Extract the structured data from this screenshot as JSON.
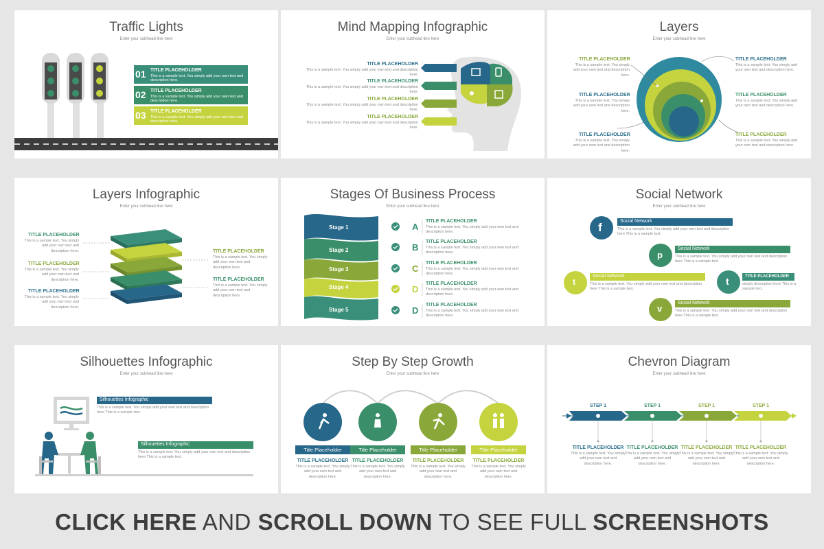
{
  "common": {
    "subhead": "Enter your subhead line here",
    "title_placeholder": "TITLE PLACEHOLDER",
    "sample_short": "This is a sample text. You simply add your own text and description here."
  },
  "slides": {
    "traffic": {
      "title": "Traffic Lights",
      "items": [
        {
          "num": "01",
          "label": "TITLE PLACEHOLDER",
          "text": "This is a sample text. You simply add your own text and description here."
        },
        {
          "num": "02",
          "label": "TITLE PLACEHOLDER",
          "text": "This is a sample text. You simply add your own text and description here."
        },
        {
          "num": "03",
          "label": "TITLE PLACEHOLDER",
          "text": "This is a sample text. You simply add your own text and description here."
        }
      ]
    },
    "mind": {
      "title": "Mind Mapping Infographic",
      "items": [
        {
          "label": "TITLE PLACEHOLDER",
          "text": "This is a sample text. You simply add your own text and description here."
        },
        {
          "label": "TITLE PLACEHOLDER",
          "text": "This is a sample text. You simply add your own text and description here."
        },
        {
          "label": "TITLE PLACEHOLDER",
          "text": "This is a sample text. You simply add your own text and description here."
        },
        {
          "label": "TITLE PLACEHOLDER",
          "text": "This is a sample text. You simply add your own text and description here."
        }
      ]
    },
    "layers": {
      "title": "Layers",
      "items": [
        {
          "label": "TITLE PLACEHOLDER",
          "text": "This is a sample text. You simply add your own text and description here."
        },
        {
          "label": "TITLE PLACEHOLDER",
          "text": "This is a sample text. You simply add your own text and description here."
        },
        {
          "label": "TITLE PLACEHOLDER",
          "text": "This is a sample text. You simply add your own text and description here."
        },
        {
          "label": "TITLE PLACEHOLDER",
          "text": "This is a sample text. You simply add your own text and description here."
        },
        {
          "label": "TITLE PLACEHOLDER",
          "text": "This is a sample text. You simply add your own text and description here."
        },
        {
          "label": "TITLE PLACEHOLDER",
          "text": "This is a sample text. You simply add your own text and description here."
        }
      ]
    },
    "layers_info": {
      "title": "Layers  Infographic",
      "items": [
        {
          "label": "TITLE PLACEHOLDER",
          "text": "This is a sample text. You simply add your own text and description here."
        },
        {
          "label": "TITLE PLACEHOLDER",
          "text": "This is a sample text. You simply add your own text and description here."
        },
        {
          "label": "TITLE PLACEHOLDER",
          "text": "This is a sample text. You simply add your own text and description here."
        },
        {
          "label": "TITLE PLACEHOLDER",
          "text": "This is a sample text. You simply add your own text and description here."
        },
        {
          "label": "TITLE PLACEHOLDER",
          "text": "This is a sample text. You simply add your own text and description here."
        }
      ]
    },
    "stages": {
      "title": "Stages Of Business Process",
      "stages": [
        "Stage 1",
        "Stage 2",
        "Stage 3",
        "Stage 4",
        "Stage 5"
      ],
      "letters": [
        "A",
        "B",
        "C",
        "D",
        "D"
      ],
      "items": [
        {
          "label": "TITLE PLACEHOLDER",
          "text": "This is a sample text. You simply add your own text and description here."
        },
        {
          "label": "TITLE PLACEHOLDER",
          "text": "This is a sample text. You simply add your own text and description here."
        },
        {
          "label": "TITLE PLACEHOLDER",
          "text": "This is a sample text. You simply add your own text and description here."
        },
        {
          "label": "TITLE PLACEHOLDER",
          "text": "This is a sample text. You simply add your own text and description here."
        },
        {
          "label": "TITLE PLACEHOLDER",
          "text": "This is a sample text. You simply add your own text and description here."
        }
      ]
    },
    "social": {
      "title": "Social Network",
      "items": [
        {
          "icon": "f",
          "label": "Social Network",
          "text": "This is a sample text. You simply add your own text and description here This is a sample text."
        },
        {
          "icon": "p",
          "label": "Social Network",
          "text": "This is a sample text. You simply add your own text and description here This is a sample text."
        },
        {
          "icon": "t",
          "label": "Social Network",
          "text": "This is a sample text. You simply add your own text and description here This is a sample text."
        },
        {
          "icon": "t",
          "label": "TITLE PLACEHOLDER",
          "text": "simply description here This is a sample text."
        },
        {
          "icon": "v",
          "label": "Social Network",
          "text": "This is a sample text. You simply add your own text and description here This is a sample text."
        }
      ]
    },
    "silhouettes": {
      "title": "Silhouettes Infographic",
      "items": [
        {
          "label": "Silhouettes Infographic",
          "text": "This is a sample text. You simply add your own text and description here This is a sample text."
        },
        {
          "label": "Silhouettes Infographic",
          "text": "This is a sample text. You simply add your own text and description here This is a sample text."
        }
      ]
    },
    "growth": {
      "title": "Step By Step Growth",
      "items": [
        {
          "button": "Title Placeholder",
          "label": "TITLE PLACEHOLDER",
          "text": "This is a sample text. You simply add your own text and description here."
        },
        {
          "button": "Title Placeholder",
          "label": "TITLE PLACEHOLDER",
          "text": "This is a sample text. You simply add your own text and description here."
        },
        {
          "button": "Title Placeholder",
          "label": "TITLE PLACEHOLDER",
          "text": "This is a sample text. You simply add your own text and description here."
        },
        {
          "button": "Title Placeholder",
          "label": "TITLE PLACEHOLDER",
          "text": "This is a sample text. You simply add your own text and description here."
        }
      ]
    },
    "chevron": {
      "title": "Chevron Diagram",
      "steps": [
        "STEP 1",
        "STEP 1",
        "STEP 1",
        "STEP 1"
      ],
      "items": [
        {
          "label": "TITLE PLACEHOLDER",
          "text": "This is a sample text. You simply add your own text and description here."
        },
        {
          "label": "TITLE PLACEHOLDER",
          "text": "This is a sample text. You simply add your own text and description here."
        },
        {
          "label": "TITLE PLACEHOLDER",
          "text": "This is a sample text. You simply add your own text and description here."
        },
        {
          "label": "TITLE PLACEHOLDER",
          "text": "This is a sample text. You simply add your own text and description here."
        }
      ]
    }
  },
  "footer": {
    "part1": "CLICK HERE",
    "part2": " AND ",
    "part3": "SCROLL DOWN",
    "part4": " TO SEE FULL ",
    "part5": "SCREENSHOTS"
  },
  "colors": {
    "navy": "#27678a",
    "teal": "#3a8f6a",
    "green": "#8aa83a",
    "lime": "#c4d33e",
    "bg": "#e6e6e6"
  }
}
